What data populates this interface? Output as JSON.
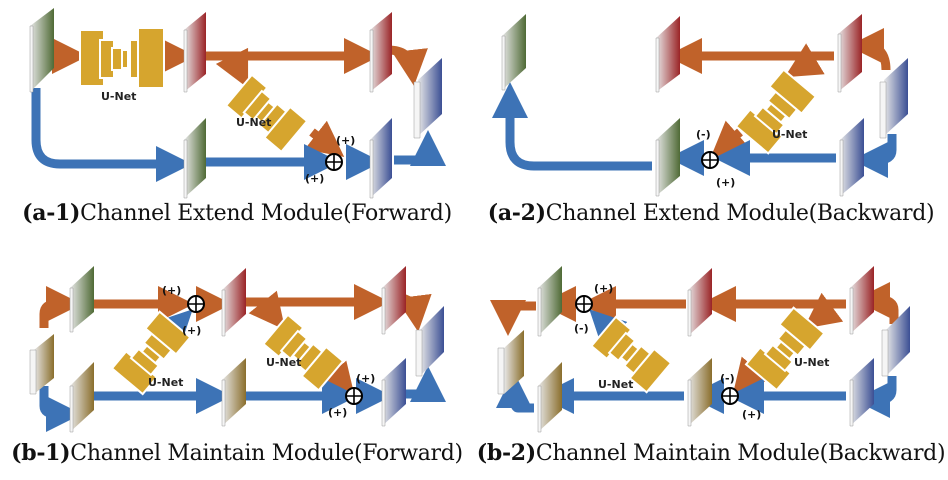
{
  "figure": {
    "colors": {
      "orange_arrow": "#c0622a",
      "blue_arrow": "#3d73b6",
      "green_map": "#4f6a35",
      "red_map": "#9a2326",
      "blue_map": "#3b4f94",
      "olive_map": "#8a6e2c",
      "unet_gold": "#d6a52e"
    },
    "panels": [
      {
        "id": "a-1",
        "caption_tag": "(a-1)",
        "caption_text": "Channel Extend Module(Forward)",
        "unet_labels": [
          "U-Net",
          "U-Net"
        ],
        "signs": [
          "(+)",
          "(+)"
        ],
        "operators": [
          "sum-operator"
        ]
      },
      {
        "id": "a-2",
        "caption_tag": "(a-2)",
        "caption_text": "Channel Extend Module(Backward)",
        "unet_labels": [
          "U-Net"
        ],
        "signs": [
          "(-)",
          "(+)"
        ],
        "operators": [
          "sum-operator"
        ]
      },
      {
        "id": "b-1",
        "caption_tag": "(b-1)",
        "caption_text": "Channel Maintain Module(Forward)",
        "unet_labels": [
          "U-Net",
          "U-Net"
        ],
        "signs": [
          "(+)",
          "(+)",
          "(+)",
          "(+)"
        ],
        "operators": [
          "sum-operator",
          "sum-operator"
        ]
      },
      {
        "id": "b-2",
        "caption_tag": "(b-2)",
        "caption_text": "Channel Maintain Module(Backward)",
        "unet_labels": [
          "U-Net",
          "U-Net"
        ],
        "signs": [
          "(+)",
          "(-)",
          "(-)",
          "(+)"
        ],
        "operators": [
          "sum-operator",
          "sum-operator"
        ]
      }
    ]
  }
}
